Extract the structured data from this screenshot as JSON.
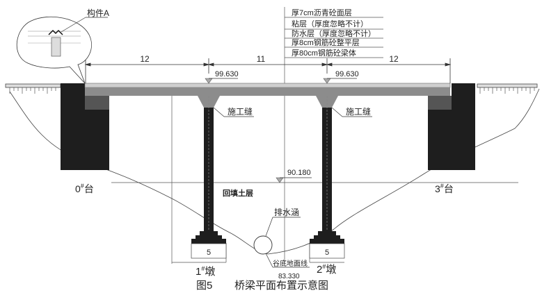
{
  "callout": {
    "label": "构件A"
  },
  "dimensions": {
    "span_left": "12",
    "span_middle": "11",
    "span_right": "12"
  },
  "elevations": {
    "deck_left": "99.630",
    "deck_right": "99.630",
    "water": "90.180",
    "valley": "83.330"
  },
  "layers": [
    "厚7cm沥青砼面层",
    "粘层（厚度忽略不计）",
    "防水层（厚度忽略不计）",
    "厚8cm钢筋砼整平层",
    "厚80cm钢筋砼梁体"
  ],
  "labels": {
    "joint_left": "施工缝",
    "joint_right": "施工缝",
    "abutment_left": "0",
    "abutment_right": "3",
    "abutment_suffix": "台",
    "pier_left": "1",
    "pier_right": "2",
    "pier_suffix": "墩",
    "hash": "#",
    "backfill": "回填土层",
    "culvert": "排水涵",
    "valley_line": "谷底地面线",
    "footing_left": "5",
    "footing_right": "5"
  },
  "caption": {
    "number": "图5",
    "title": "桥梁平面布置示意图"
  },
  "colors": {
    "concrete_dark": "#1e1e1e",
    "deck": "#8c8c8c",
    "deck_top": "#cfcfcf",
    "seat": "#555555"
  }
}
